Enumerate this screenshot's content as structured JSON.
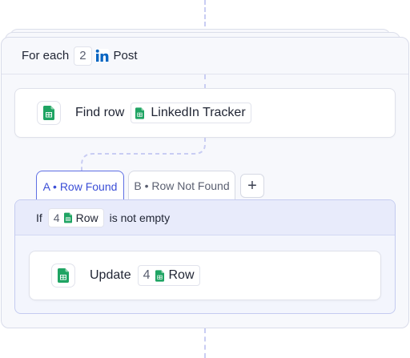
{
  "loop": {
    "prefix": "For each",
    "count": "2",
    "item": "Post",
    "app_icon": "linkedin-icon"
  },
  "find_step": {
    "title": "Find row",
    "app_icon": "google-sheets-icon",
    "sheet_label": "LinkedIn Tracker"
  },
  "branches": {
    "tabs": [
      {
        "label": "A • Row Found",
        "active": true
      },
      {
        "label": "B • Row Not Found",
        "active": false
      }
    ],
    "add_label": "+"
  },
  "condition": {
    "keyword": "If",
    "step_ref": "4",
    "field": "Row",
    "operator": "is not empty"
  },
  "update_step": {
    "title": "Update",
    "step_ref": "4",
    "field": "Row",
    "app_icon": "google-sheets-icon"
  },
  "colors": {
    "accent": "#3b4ed6",
    "sheets_green": "#1fa463",
    "linkedin_blue": "#0a66c2",
    "connector": "#c9cdf3"
  }
}
